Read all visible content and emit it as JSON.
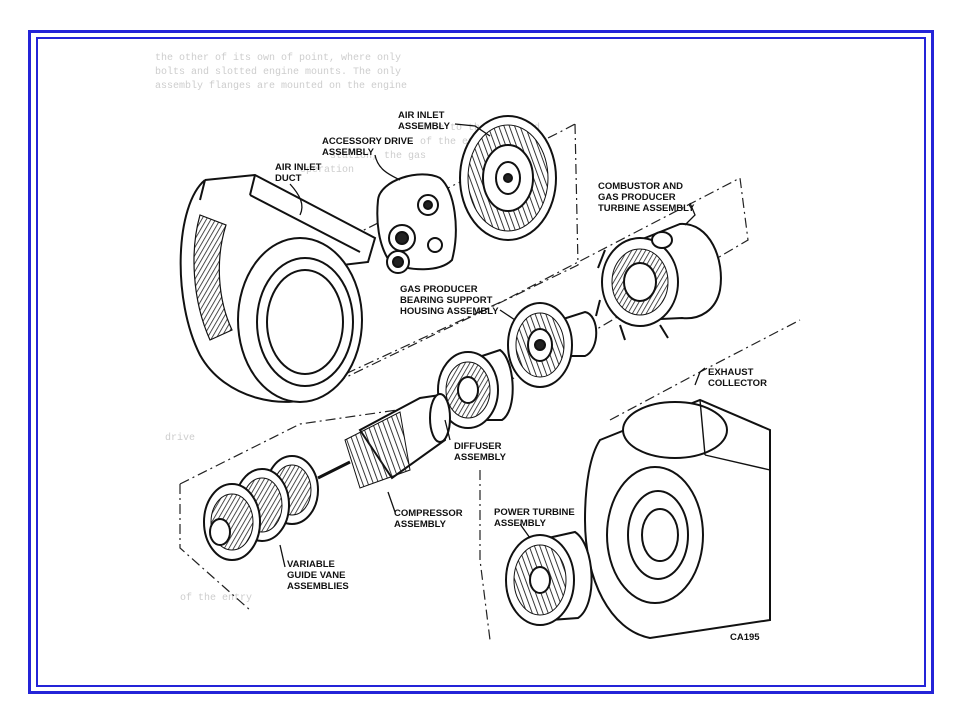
{
  "frame": {
    "color": "#2424d8"
  },
  "labels": {
    "air_inlet_assembly": [
      "AIR INLET",
      "ASSEMBLY"
    ],
    "accessory_drive": [
      "ACCESSORY DRIVE",
      "ASSEMBLY"
    ],
    "air_inlet_duct": [
      "AIR INLET",
      "DUCT"
    ],
    "combustor": [
      "COMBUSTOR AND",
      "GAS PRODUCER",
      "TURBINE ASSEMBLY"
    ],
    "gas_producer": [
      "GAS PRODUCER",
      "BEARING SUPPORT",
      "HOUSING ASSEMBLY"
    ],
    "exhaust_collector": [
      "EXHAUST",
      "COLLECTOR"
    ],
    "diffuser": [
      "DIFFUSER",
      "ASSEMBLY"
    ],
    "compressor": [
      "COMPRESSOR",
      "ASSEMBLY"
    ],
    "power_turbine": [
      "POWER TURBINE",
      "ASSEMBLY"
    ],
    "variable_guide_vane": [
      "VARIABLE",
      "GUIDE VANE",
      "ASSEMBLIES"
    ]
  },
  "figure_code": "CA195"
}
